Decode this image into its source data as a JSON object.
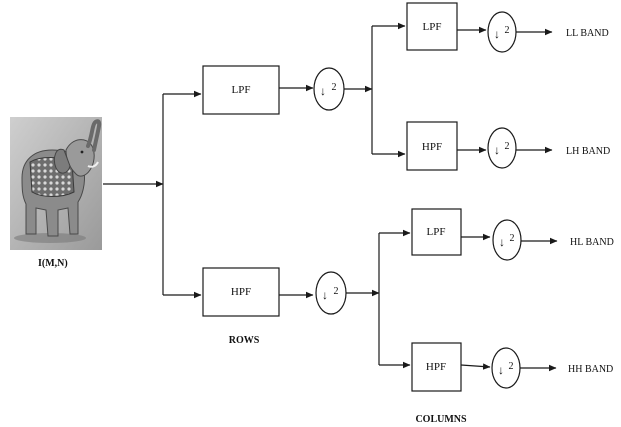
{
  "image": {
    "label": "I(M,N)",
    "subject": "elephant-figurine-photo"
  },
  "blocks": {
    "rows_lpf": "LPF",
    "rows_hpf": "HPF",
    "col_top_lpf": "LPF",
    "col_top_hpf": "HPF",
    "col_bottom_lpf": "LPF",
    "col_bottom_hpf": "HPF"
  },
  "downsample": {
    "arrow": "↓",
    "factor": "2"
  },
  "outputs": {
    "ll": "LL BAND",
    "lh": "LH BAND",
    "hl": "HL BAND",
    "hh": "HH BAND"
  },
  "captions": {
    "rows": "ROWS",
    "columns": "COLUMNS"
  }
}
